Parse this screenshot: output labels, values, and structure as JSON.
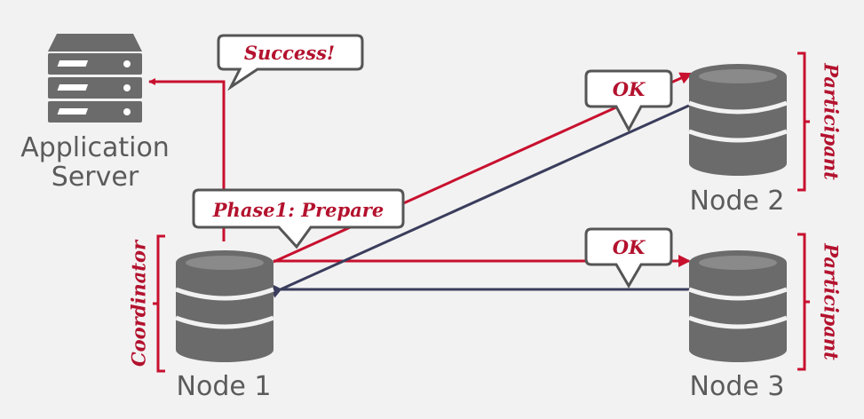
{
  "colors": {
    "accent": "#c8102e",
    "dark_arrow": "#3a3d5c",
    "db_fill": "#6b6b6b",
    "bubble_stroke": "#555555",
    "label": "#5b5b5b",
    "background": "#f2f2f2"
  },
  "nodes": {
    "app_server": {
      "line1": "Application",
      "line2": "Server",
      "icon": "server-icon"
    },
    "node1": {
      "label": "Node 1",
      "icon": "database-icon",
      "role": "Coordinator"
    },
    "node2": {
      "label": "Node 2",
      "icon": "database-icon",
      "role": "Participant"
    },
    "node3": {
      "label": "Node 3",
      "icon": "database-icon",
      "role": "Participant"
    }
  },
  "callouts": {
    "success": "Success!",
    "prepare": "Phase1: Prepare",
    "ok_node2": "OK",
    "ok_node3": "OK"
  }
}
